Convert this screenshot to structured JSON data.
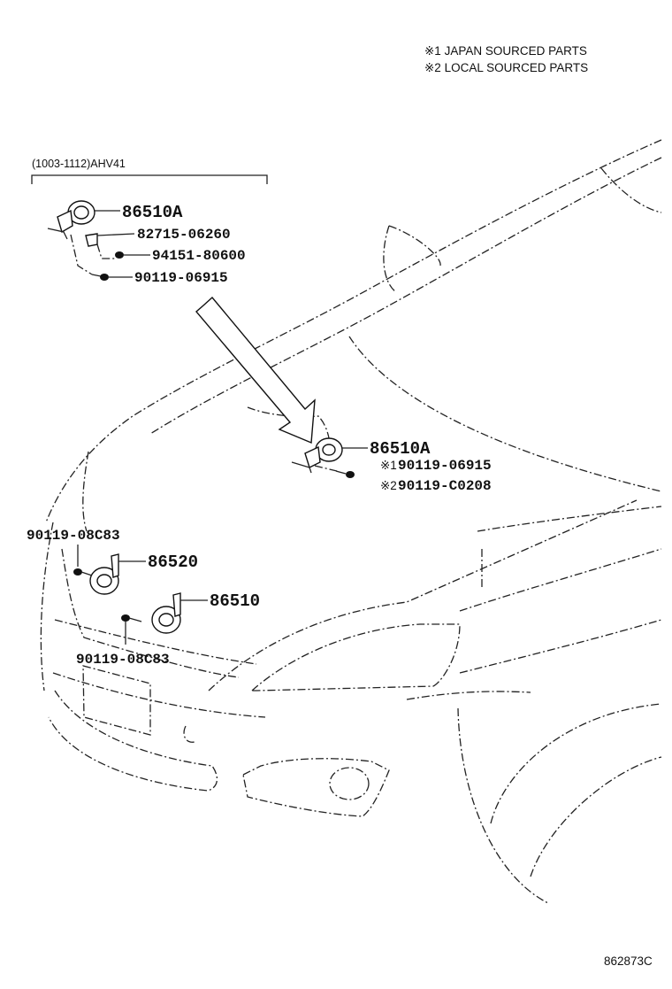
{
  "notes": [
    "※1 JAPAN SOURCED PARTS",
    "※2 LOCAL SOURCED PARTS"
  ],
  "inset": {
    "range_label": "(1003-1112)AHV41",
    "parts": [
      "86510A",
      "82715-06260",
      "94151-80600",
      "90119-06915"
    ]
  },
  "main": {
    "upper_horn": {
      "part": "86510A",
      "bolt_japan_mark": "※1",
      "bolt_japan": "90119-06915",
      "bolt_local_mark": "※2",
      "bolt_local": "90119-C0208"
    },
    "lower_horns": {
      "bolt_top": "90119-08C83",
      "horn_high": "86520",
      "horn_low": "86510",
      "bolt_bottom": "90119-08C83"
    }
  },
  "figure_id": "862873C"
}
